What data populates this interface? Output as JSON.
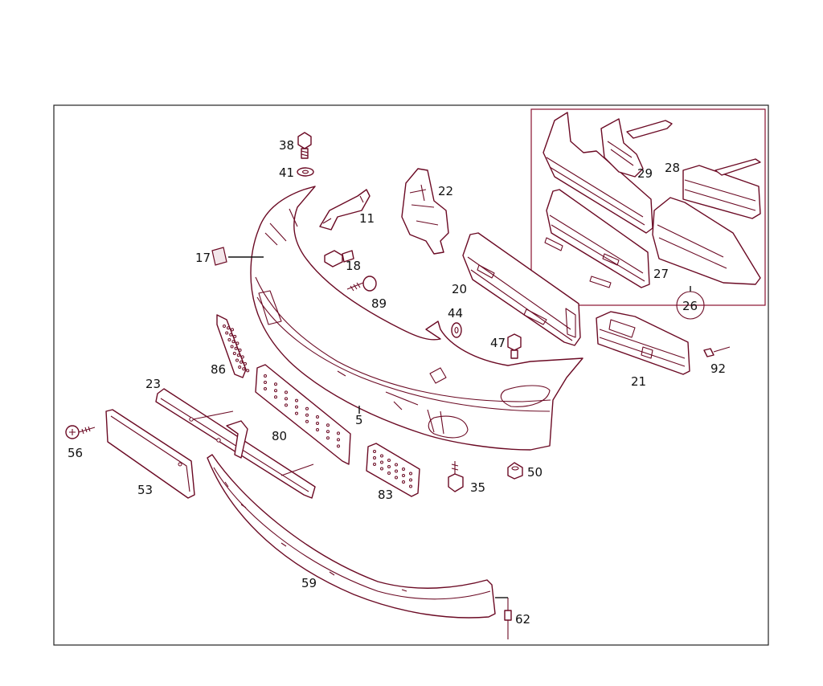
{
  "diagram": {
    "callouts": [
      {
        "id": "c-38",
        "label": "38"
      },
      {
        "id": "c-41",
        "label": "41"
      },
      {
        "id": "c-11",
        "label": "11"
      },
      {
        "id": "c-22",
        "label": "22"
      },
      {
        "id": "c-17",
        "label": "17"
      },
      {
        "id": "c-18",
        "label": "18"
      },
      {
        "id": "c-89",
        "label": "89"
      },
      {
        "id": "c-20",
        "label": "20"
      },
      {
        "id": "c-44",
        "label": "44"
      },
      {
        "id": "c-47",
        "label": "47"
      },
      {
        "id": "c-86",
        "label": "86"
      },
      {
        "id": "c-23",
        "label": "23"
      },
      {
        "id": "c-5",
        "label": "5"
      },
      {
        "id": "c-80",
        "label": "80"
      },
      {
        "id": "c-56",
        "label": "56"
      },
      {
        "id": "c-53",
        "label": "53"
      },
      {
        "id": "c-35",
        "label": "35"
      },
      {
        "id": "c-50",
        "label": "50"
      },
      {
        "id": "c-83",
        "label": "83"
      },
      {
        "id": "c-59",
        "label": "59"
      },
      {
        "id": "c-62",
        "label": "62"
      },
      {
        "id": "c-29",
        "label": "29"
      },
      {
        "id": "c-28",
        "label": "28"
      },
      {
        "id": "c-27",
        "label": "27"
      },
      {
        "id": "c-26",
        "label": "26"
      },
      {
        "id": "c-21",
        "label": "21"
      },
      {
        "id": "c-92",
        "label": "92"
      }
    ]
  }
}
